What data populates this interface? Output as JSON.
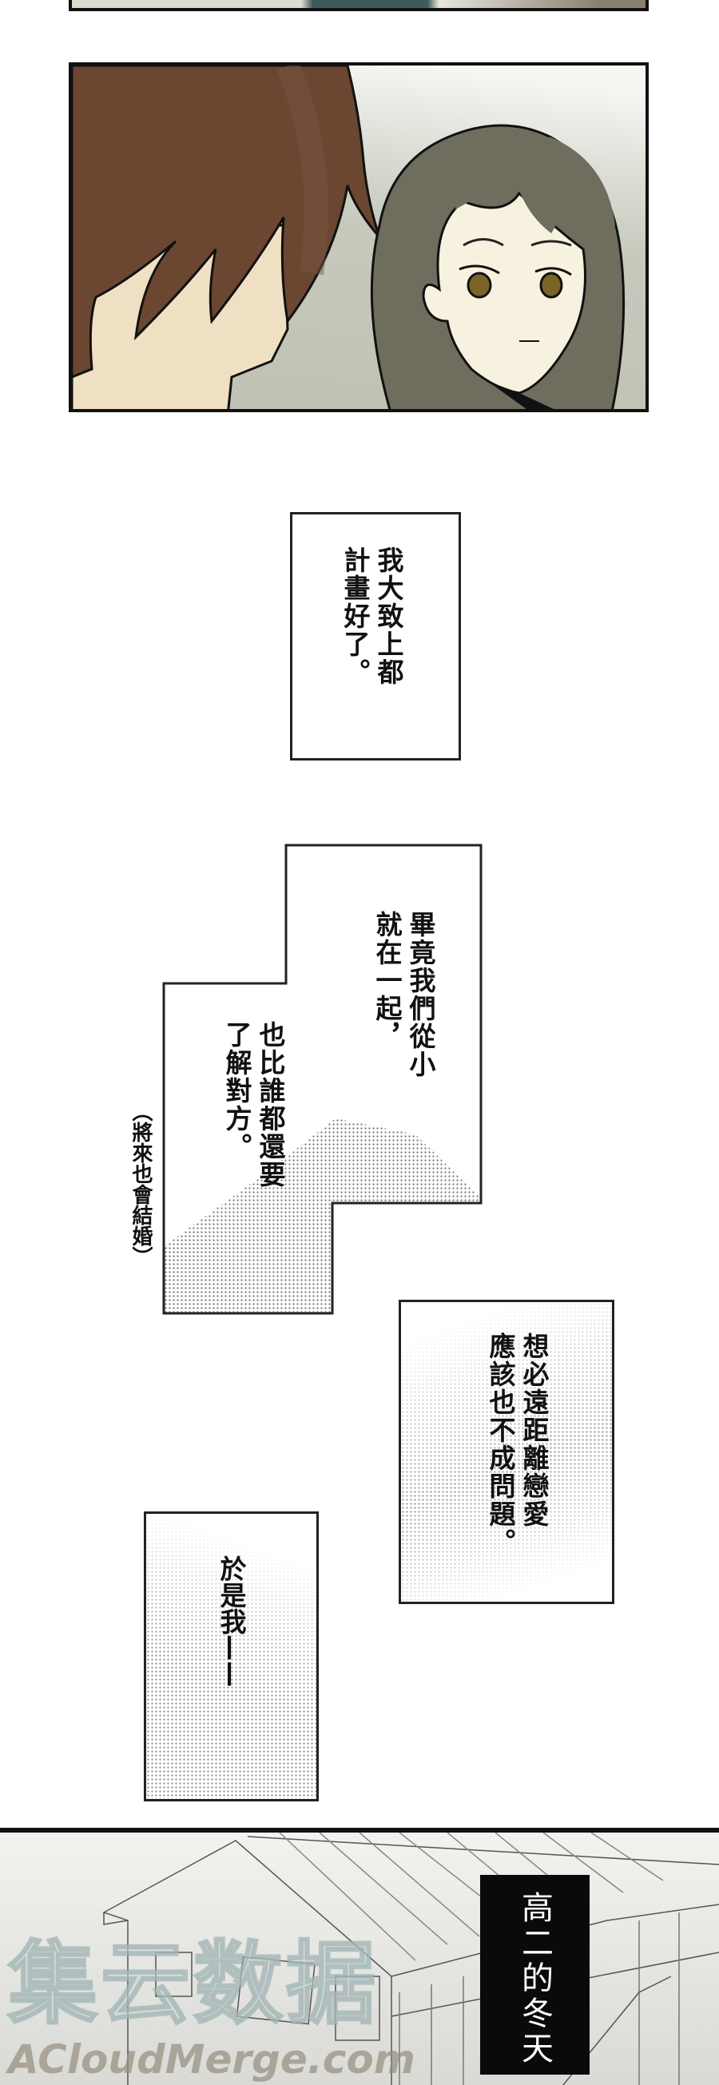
{
  "comic": {
    "caption_1": {
      "lines": [
        "我大致上都",
        "計畫好了。"
      ]
    },
    "caption_2": {
      "lines": [
        "畢竟我們從小",
        "就在一起，",
        "也比誰都還要",
        "了解對方。"
      ]
    },
    "side_note": "（將來也會結婚）",
    "caption_3": {
      "lines": [
        "想必遠距離戀愛",
        "應該也不成問題。"
      ]
    },
    "caption_4": {
      "lines": [
        "於是我——"
      ]
    },
    "scene_label": "高二的冬天",
    "watermark": {
      "cn": "集云数据",
      "en": "ACloudMerge.com"
    }
  },
  "colors": {
    "hair_boy": "#6b4630",
    "skin": "#efe0c4",
    "hair_girl": "#6e6d5e",
    "background_gray": "#c9cbbd"
  }
}
